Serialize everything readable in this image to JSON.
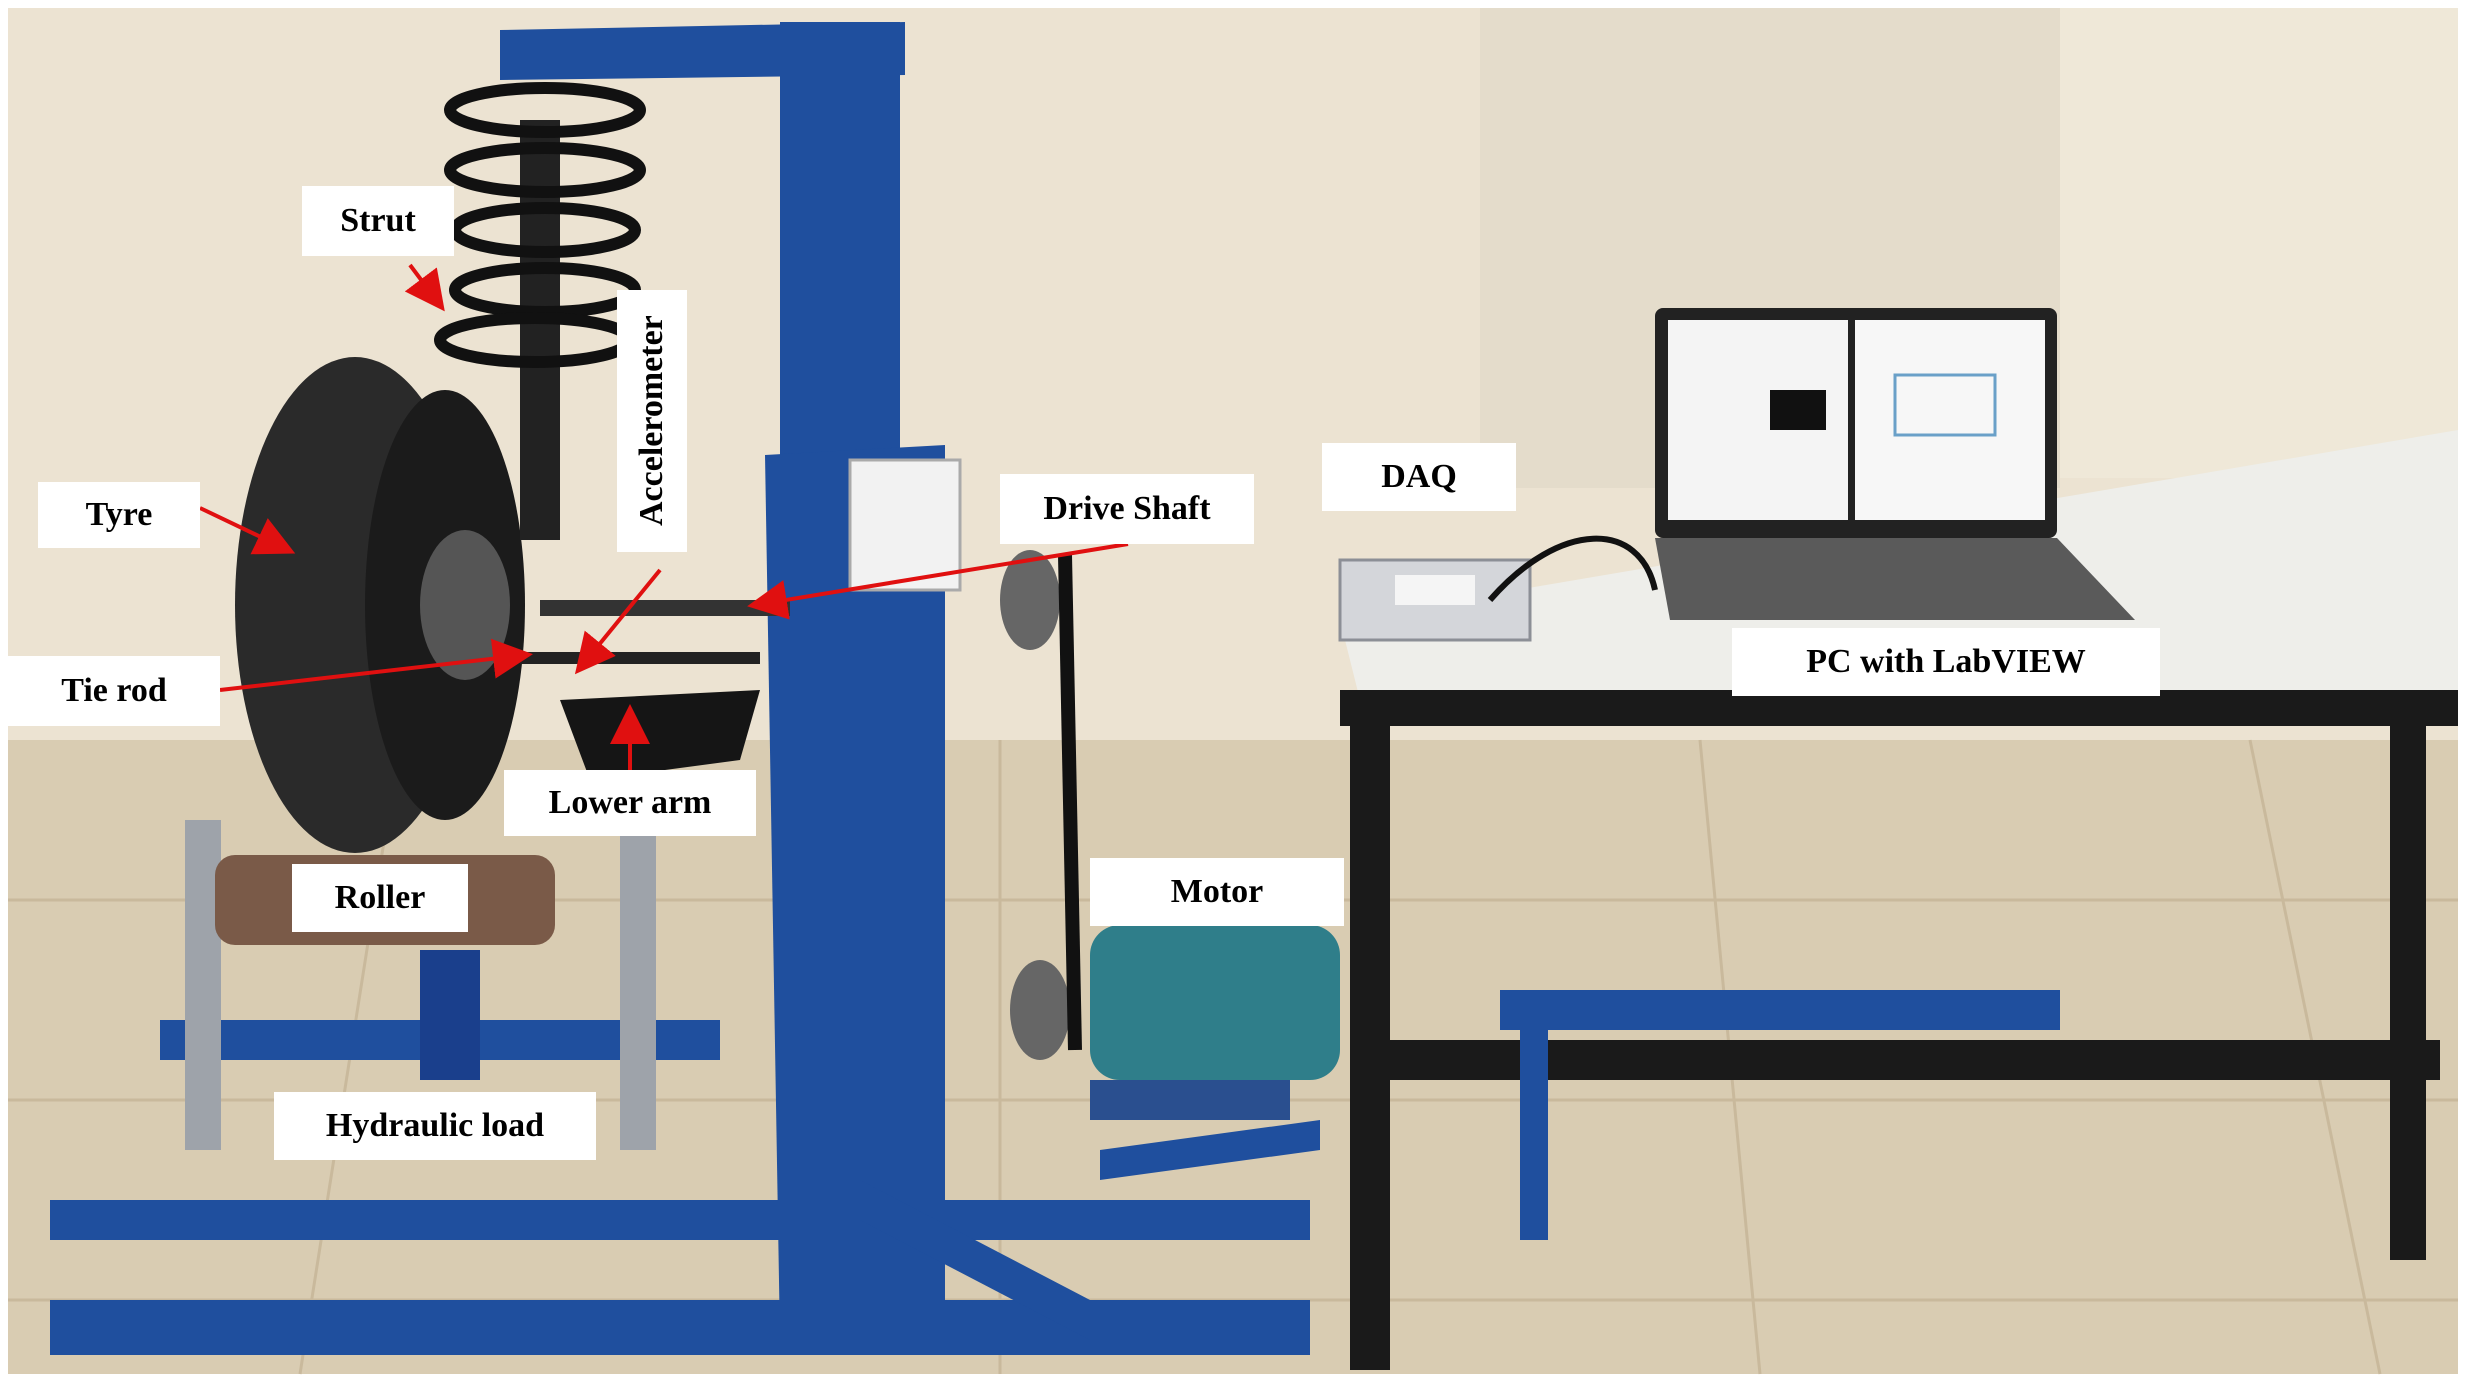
{
  "photo": {
    "labels": {
      "strut": "Strut",
      "accelerometer": "Accelerometer",
      "tyre": "Tyre",
      "drive_shaft": "Drive Shaft",
      "daq": "DAQ",
      "tie_rod": "Tie rod",
      "lower_arm": "Lower arm",
      "roller": "Roller",
      "motor": "Motor",
      "hydraulic_load": "Hydraulic  load",
      "pc": "PC with  LabVIEW"
    },
    "colors": {
      "wall": "#ece3d2",
      "floor": "#d9ccb2",
      "frame_blue": "#1f4f9e",
      "tyre": "#2a2a2a",
      "table_top": "#eeeeea",
      "table_frame": "#1a1a1a",
      "arrow": "#e01010",
      "motor": "#2f7e8a"
    }
  }
}
